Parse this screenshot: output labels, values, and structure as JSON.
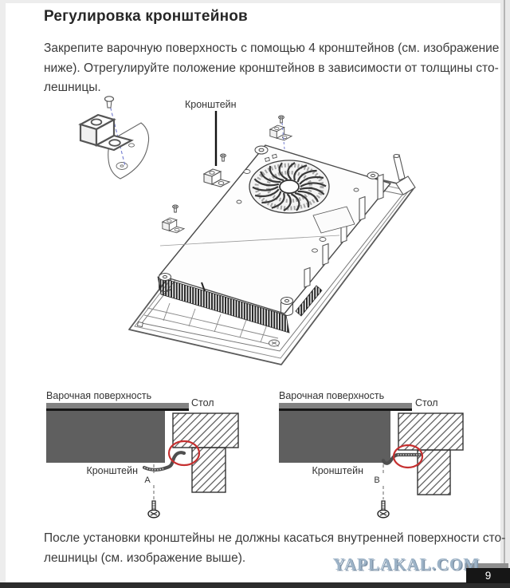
{
  "page": {
    "title": "Регулировка кронштейнов",
    "intro": {
      "line1": "Закрепите варочную поверхность с помощью 4 кронштейнов (см. изображение",
      "line2": "ниже). Отрегулируйте положение кронштейнов в зависимости от толщины сто-",
      "line3": "лешницы."
    },
    "note": {
      "line1": "После установки кронштейны не должны касаться внутренней поверхности сто-",
      "line2": "лешницы (см. изображение выше)."
    },
    "page_number": "9"
  },
  "figure_main": {
    "bracket_label": "Кронштейн"
  },
  "diagram_a": {
    "surface_label": "Варочная поверхность",
    "table_label": "Стол",
    "bracket_label": "Кронштейн",
    "position_label": "A"
  },
  "diagram_b": {
    "surface_label": "Варочная поверхность",
    "table_label": "Стол",
    "bracket_label": "Кронштейн",
    "position_label": "B"
  },
  "watermark": {
    "text": "YAPLAKAL.COM"
  },
  "colors": {
    "cooktop_body_gray": "#5f5f5f",
    "glass_bar_gray": "#828282",
    "highlight_red": "#c63030",
    "watermark_blue": "#9db3c7",
    "screw_axis_blue": "#6f79cf"
  }
}
